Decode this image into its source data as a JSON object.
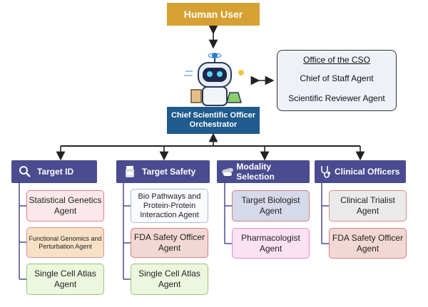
{
  "human_user": "Human User",
  "office": {
    "title": "Office of the CSO",
    "items": [
      "Chief of Staff Agent",
      "Scientific Reviewer Agent"
    ]
  },
  "orchestrator": {
    "line1": "Chief Scientific Officer",
    "line2": "Orchestrator"
  },
  "groups": [
    {
      "title": "Target ID",
      "icon": "magnifier-icon",
      "agents": [
        "Statistical Genetics Agent",
        "Functional Genomics and Perturbation Agent",
        "Single Cell Atlas Agent"
      ]
    },
    {
      "title": "Target Safety",
      "icon": "pill-bottle-icon",
      "agents": [
        "Bio Pathways and Protein-Protein Interaction Agent",
        "FDA Safety Officer Agent",
        "Single Cell Atlas Agent"
      ]
    },
    {
      "title": "Modality Selection",
      "icon": "pills-icon",
      "agents": [
        "Target Biologist Agent",
        "Pharmacologist Agent"
      ]
    },
    {
      "title": "Clinical Officers",
      "icon": "stethoscope-icon",
      "agents": [
        "Clinical Trialist Agent",
        "FDA Safety Officer Agent"
      ]
    }
  ],
  "colors": {
    "gold": "#d6a032",
    "navy": "#1f5b8c",
    "header": "#4a4c8f"
  }
}
